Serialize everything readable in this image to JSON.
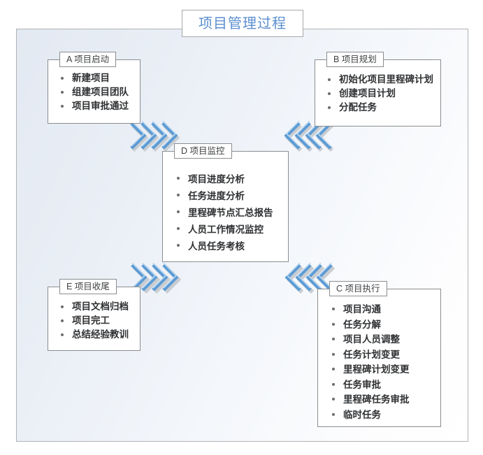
{
  "title": {
    "text": "项目管理过程",
    "color": "#5b8fd0"
  },
  "theme": {
    "box_border": "#8b8d8f",
    "frame_border": "#b0b2b4",
    "arrow_blue": "#5b9bd5",
    "arrow_blue_light": "#a8c8e8",
    "text_color": "#2e3032"
  },
  "boxes": [
    {
      "id": "A",
      "label": "A  项目启动",
      "items": [
        "新建项目",
        "组建项目团队",
        "项目审批通过"
      ]
    },
    {
      "id": "B",
      "label": "B  项目规划",
      "items": [
        "初始化项目里程碑计划",
        "创建项目计划",
        "分配任务"
      ]
    },
    {
      "id": "D",
      "label": "D  项目监控",
      "items": [
        "项目进度分析",
        "任务进度分析",
        "里程碑节点汇总报告",
        "人员工作情况监控",
        "人员任务考核"
      ]
    },
    {
      "id": "E",
      "label": "E  项目收尾",
      "items": [
        "项目文档归档",
        "项目完工",
        "总结经验教训"
      ]
    },
    {
      "id": "C",
      "label": "C  项目执行",
      "items": [
        "项目沟通",
        "任务分解",
        "项目人员调整",
        "任务计划变更",
        "里程碑计划变更",
        "任务审批",
        "里程碑任务审批",
        "临时任务"
      ]
    }
  ],
  "arrows": [
    {
      "name": "arrow-a-to-d",
      "direction": "down-right"
    },
    {
      "name": "arrow-b-to-d",
      "direction": "down-left"
    },
    {
      "name": "arrow-e-to-d",
      "direction": "up-right"
    },
    {
      "name": "arrow-c-to-d",
      "direction": "up-left"
    }
  ]
}
